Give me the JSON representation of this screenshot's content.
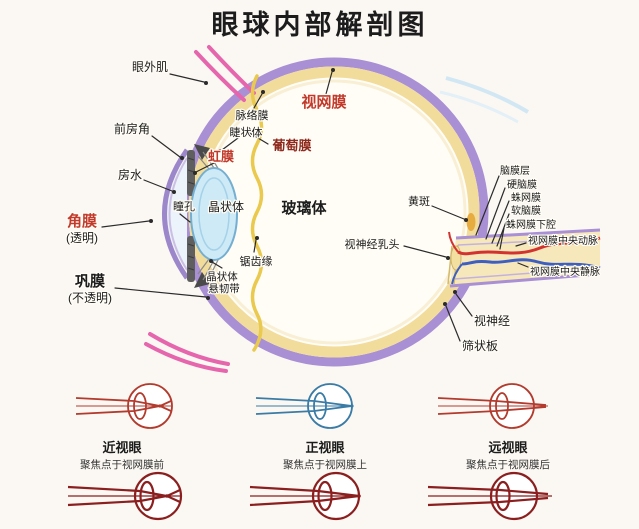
{
  "title": "眼球内部解剖图",
  "labels": {
    "extraocular_muscle": "眼外肌",
    "retina": "视网膜",
    "choroid": "脉络膜",
    "ciliary_body": "睫状体",
    "anterior_chamber_angle": "前房角",
    "iris": "虹膜",
    "uvea": "葡萄膜",
    "aqueous_humor": "房水",
    "pupil": "瞳孔",
    "lens": "晶状体",
    "vitreous_body": "玻璃体",
    "cornea": "角膜",
    "cornea_note": "(透明)",
    "sclera": "巩膜",
    "sclera_note": "(不透明)",
    "zonule_line1": "晶状体",
    "zonule_line2": "悬韧带",
    "ora_serrata": "锯齿缘",
    "macula": "黄斑",
    "optic_disc": "视神经乳头",
    "meningeal_layers": "脑膜层",
    "dura_mater": "硬脑膜",
    "arachnoid": "蛛网膜",
    "pia_mater": "软脑膜",
    "subarachnoid_space": "蛛网膜下腔",
    "central_retinal_artery": "视网膜中央动脉",
    "central_retinal_vein": "视网膜中央静脉",
    "optic_nerve": "视神经",
    "lamina_cribrosa": "筛状板"
  },
  "refraction": {
    "columns": [
      {
        "name": "近视眼",
        "desc": "聚焦点于视网膜前",
        "color": "#b23b2e"
      },
      {
        "name": "正视眼",
        "desc": "聚焦点于视网膜上",
        "color": "#3d6fb4"
      },
      {
        "name": "远视眼",
        "desc": "聚焦点于视网膜后",
        "color": "#3d6fb4"
      }
    ]
  },
  "colors": {
    "title_red": "#e31d1d",
    "red_label": "#c23a2b",
    "dark_red_label": "#8f2a1e",
    "sclera_ring_purple": "#a98fd4",
    "choroid_ring_yellow": "#f2dc9b",
    "lens_fill_blue": "#cdeaf6",
    "muscle_pink": "#e566ad",
    "artery_red": "#d23330",
    "vein_blue": "#3f5fc0",
    "wavy_yellow": "#e9c94e"
  }
}
